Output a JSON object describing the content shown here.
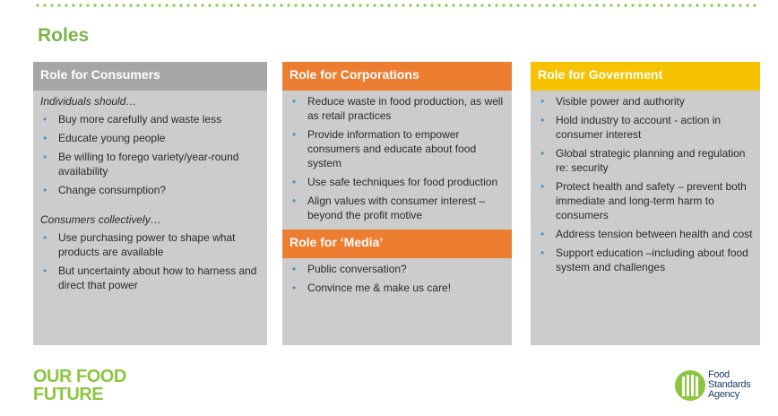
{
  "page": {
    "title": "Roles"
  },
  "consumers": {
    "header": "Role for Consumers",
    "sub1": "Individuals should…",
    "items1": [
      "Buy more carefully and waste less",
      "Educate young people",
      "Be willing to forego variety/year-round availability",
      "Change consumption?"
    ],
    "sub2": "Consumers collectively…",
    "items2": [
      "Use purchasing power to shape what products are available",
      "But uncertainty about how to harness and direct that power"
    ]
  },
  "corporations": {
    "header": "Role for Corporations",
    "items": [
      "Reduce waste in food production, as well as retail practices",
      "Provide information to empower consumers and educate about food system",
      "Use safe techniques for food production",
      "Align values with consumer interest – beyond the profit motive"
    ]
  },
  "media": {
    "header": "Role for ‘Media’",
    "items": [
      "Public conversation?",
      "Convince me & make us care!"
    ]
  },
  "government": {
    "header": "Role for Government",
    "items": [
      "Visible power and authority",
      "Hold industry to account - action in consumer interest",
      "Global strategic planning and regulation re: security",
      "Protect health and safety – prevent both immediate and long-term harm to consumers",
      "Address tension between health and cost",
      "Support education –including about food system and challenges"
    ]
  },
  "footer": {
    "brand_line1": "OUR FOOD",
    "brand_line2": "FUTURE",
    "agency_line1": "Food",
    "agency_line2": "Standards",
    "agency_line3": "Agency"
  }
}
